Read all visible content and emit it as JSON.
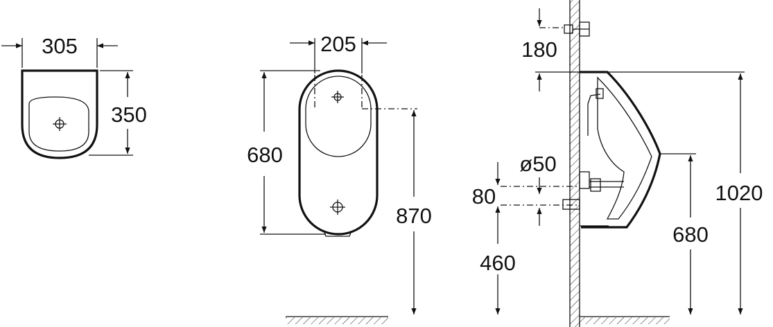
{
  "top_view": {
    "width_label": "305",
    "depth_label": "350"
  },
  "front_view": {
    "width_label": "205",
    "height_label": "680",
    "floor_label": "870"
  },
  "side_view": {
    "top_offset_label": "180",
    "diameter_label": "ø50",
    "spacing_label": "80",
    "outlet_height_label": "460",
    "rim_height_label": "680",
    "total_height_label": "1020"
  }
}
